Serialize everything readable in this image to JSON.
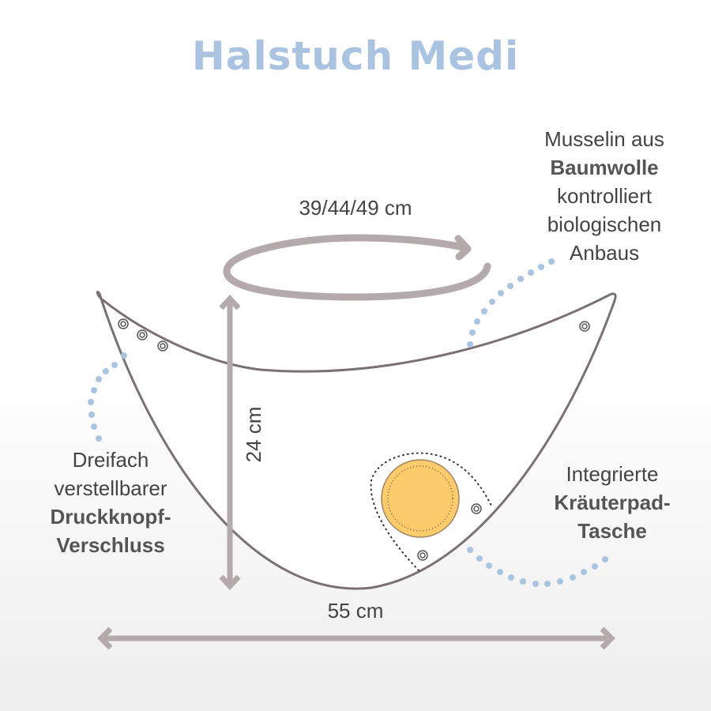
{
  "title": "Halstuch Medi",
  "colors": {
    "title": "#a9c3e1",
    "outline": "#7a7272",
    "arrow": "#b4aaab",
    "dots": "#a9c3e1",
    "herbal_pad": "#fccb6b",
    "text": "#444444"
  },
  "dimensions": {
    "circumference": "39/44/49 cm",
    "height": "24 cm",
    "width": "55 cm"
  },
  "callouts": {
    "material": {
      "lines": [
        "Musselin aus",
        "Baumwolle",
        "kontrolliert",
        "biologischen",
        "Anbaus"
      ],
      "bold_index": 1
    },
    "closure": {
      "lines": [
        "Dreifach",
        "verstellbarer",
        "Druckknopf-",
        "Verschluss"
      ]
    },
    "pocket": {
      "lines": [
        "Integrierte",
        "Kräuterpad-",
        "Tasche"
      ]
    }
  },
  "icons": {
    "snap_buttons": 6,
    "herbal_pad": "herbal-pad-circle"
  }
}
